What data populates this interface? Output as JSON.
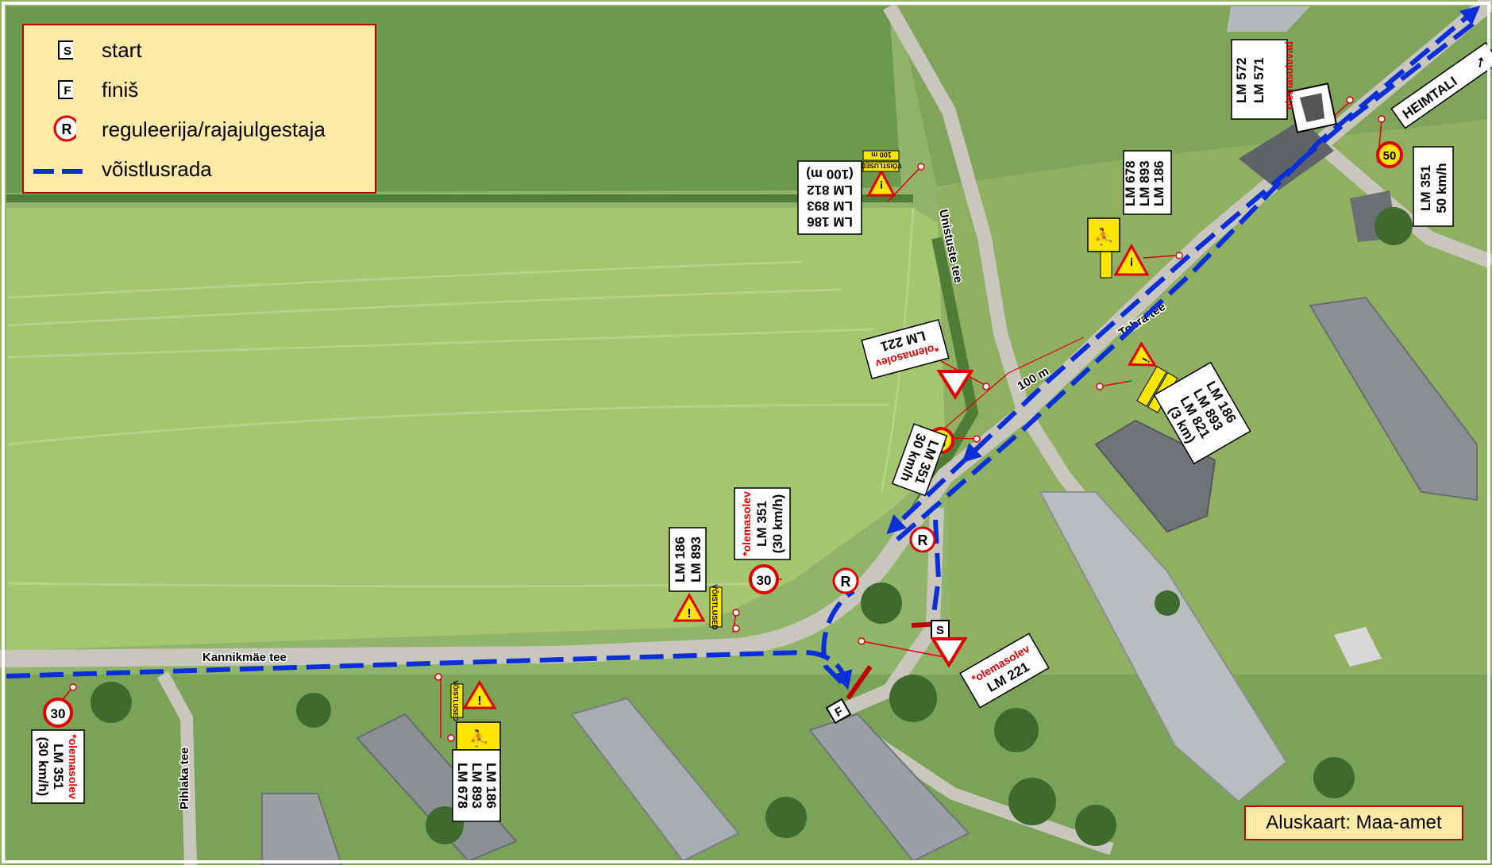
{
  "legend": {
    "start_symbol": "S",
    "start_label": "start",
    "finish_symbol": "F",
    "finish_label": "finiš",
    "regulator_symbol": "R",
    "regulator_label": "reguleerija/rajajulgestaja",
    "route_label": "võistlusrada"
  },
  "credit": "Aluskaart: Maa-amet",
  "roads": {
    "kannikmae": "Kannikmäe tee",
    "pihlaka": "Pihlaka tee",
    "tobra": "Tobra tee",
    "unistuste": "Unistuste tee"
  },
  "direction": {
    "heimtali": "HEIMTALI"
  },
  "distance": {
    "d100": "100 m"
  },
  "signs": {
    "top_mid": {
      "l1": "LM 186",
      "l2": "LM 893",
      "l3": "LM 812",
      "l4": "(100 m)",
      "plate": "VÕISTLUSED",
      "dist": "100 m"
    },
    "top_right": {
      "red": "olemasolevad",
      "l1": "LM 571",
      "l2": "LM 572"
    },
    "heim_speed": {
      "value": "50",
      "l1": "LM 351",
      "l2": "50 km/h"
    },
    "tobra_a": {
      "l1": "LM 186",
      "l2": "LM 893",
      "l3": "LM 678"
    },
    "mid_yield": {
      "red": "*olemasolev",
      "l1": "LM 221"
    },
    "right_mid": {
      "l1": "LM 186",
      "l2": "LM 893",
      "l3": "LM 821",
      "l4": "(3 km)"
    },
    "speed30_road": {
      "value": "30",
      "l1": "LM 351",
      "l2": "30 km/h"
    },
    "kann_warn": {
      "l1": "LM 186",
      "l2": "LM 893",
      "plate": "VÕISTLUSED"
    },
    "kann_speed": {
      "value": "30",
      "red": "*olemasolev",
      "l1": "LM 351",
      "l2": "(30 km/h)"
    },
    "bottom_left": {
      "value": "30",
      "red": "*olemasolev",
      "l1": "LM 351",
      "l2": "(30 km/h)"
    },
    "bottom_mid": {
      "l1": "LM 186",
      "l2": "LM 893",
      "l3": "LM 678",
      "plate": "VÕISTLUSED"
    },
    "start_yield": {
      "red": "*olemasolev",
      "l1": "LM 221"
    }
  },
  "markers": {
    "start": "S",
    "finish": "F",
    "regulator1": "R",
    "regulator2": "R"
  },
  "colors": {
    "route": "#0a2fd6",
    "frame": "#c00000",
    "legend_bg": "#ffeaa8",
    "sign_yellow": "#ffe600",
    "sign_red": "#e00000"
  }
}
